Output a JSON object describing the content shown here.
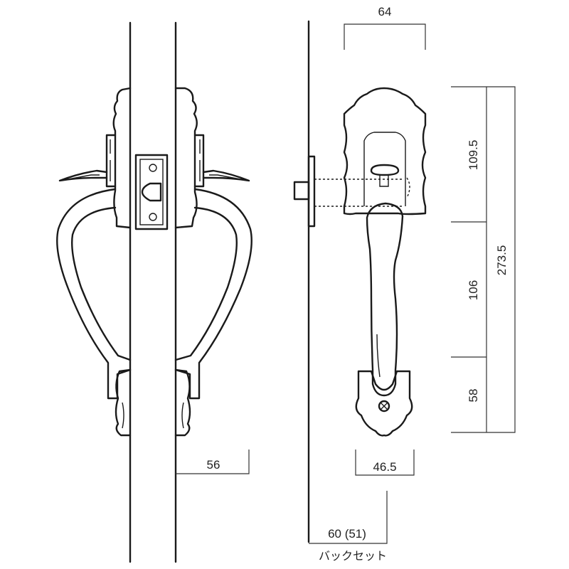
{
  "dimensions": {
    "rose_width": "64",
    "top_height": "109.5",
    "mid_height": "106",
    "bottom_height": "58",
    "total_height": "273.5",
    "bottom_plate_width": "46.5",
    "projection": "56",
    "backset": "60 (51)",
    "backset_label": "バックセット"
  }
}
